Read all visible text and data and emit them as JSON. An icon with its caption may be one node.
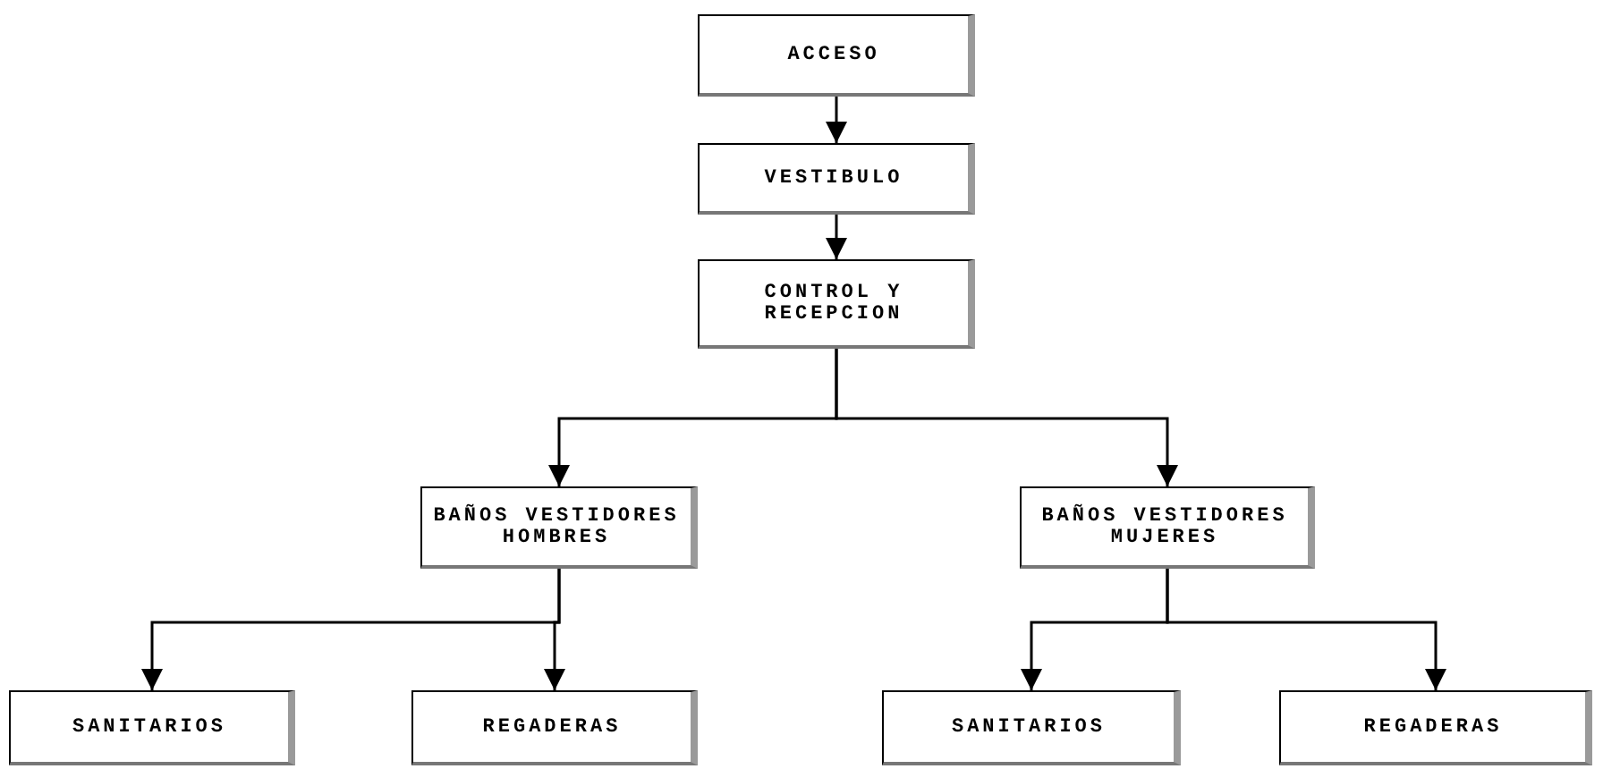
{
  "diagram": {
    "nodes": [
      {
        "text": [
          "ACCESO"
        ]
      },
      {
        "text": [
          "VESTIBULO"
        ]
      },
      {
        "text": [
          "CONTROL Y RECEPCION"
        ]
      },
      {
        "text": [
          "BAÑOS VESTIDORES HOMBRES"
        ]
      },
      {
        "text": [
          "BAÑOS VESTIDORES MUJERES"
        ]
      },
      {
        "text": [
          "SANITARIOS"
        ]
      },
      {
        "text": [
          "REGADERAS"
        ]
      },
      {
        "text": [
          "SANITARIOS"
        ]
      },
      {
        "text": [
          "REGADERAS"
        ]
      }
    ],
    "edges": [
      {
        "from": 0,
        "to": 1,
        "arrow": "to"
      },
      {
        "from": 1,
        "to": 2,
        "arrow": "to"
      },
      {
        "from": 2,
        "to": 3,
        "arrow": "to"
      },
      {
        "from": 2,
        "to": 4,
        "arrow": "to"
      },
      {
        "from": 3,
        "to": 5,
        "arrow": "to"
      },
      {
        "from": 3,
        "to": 6,
        "arrow": "to"
      },
      {
        "from": 4,
        "to": 7,
        "arrow": "to"
      },
      {
        "from": 4,
        "to": 8,
        "arrow": "to"
      }
    ]
  }
}
